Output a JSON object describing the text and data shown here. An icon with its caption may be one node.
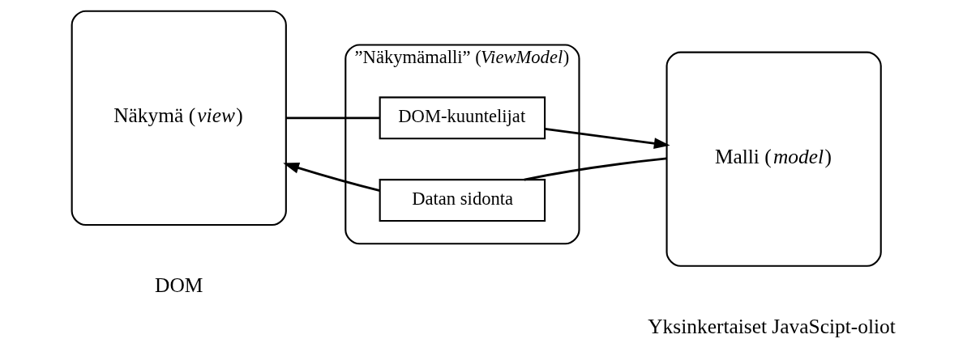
{
  "diagram": {
    "nodes": [
      {
        "text": [
          "Näkymä (*view*)"
        ],
        "beside": [
          "DOM"
        ]
      },
      {
        "text": [
          "”Näkymämalli” (*ViewModel*)"
        ]
      },
      {
        "text": [
          "DOM-kuuntelijat"
        ],
        "in": 1
      },
      {
        "text": [
          "Datan sidonta"
        ],
        "in": 1
      },
      {
        "text": [
          "Malli (*model*)"
        ],
        "beside": [
          "Yksinkertaiset JavaScipt-oliot"
        ]
      }
    ],
    "edges": [
      {
        "from": 0,
        "to": 2,
        "arrow": "none"
      },
      {
        "from": 2,
        "to": 4,
        "arrow": "to"
      },
      {
        "from": 4,
        "to": 3,
        "arrow": "none"
      },
      {
        "from": 3,
        "to": 0,
        "arrow": "to"
      }
    ]
  }
}
